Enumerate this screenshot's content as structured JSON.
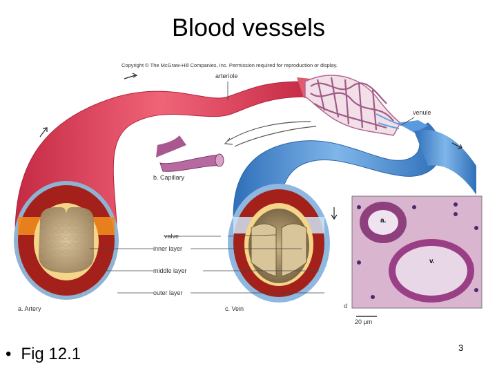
{
  "slide": {
    "title": "Blood vessels",
    "bullet_text": "Fig 12.1",
    "page_number": "3"
  },
  "figure": {
    "copyright": "Copyright © The McGraw-Hill Companies, Inc. Permission required for reproduction or display.",
    "labels": {
      "arteriole": "arteriole",
      "venule": "venule",
      "capillary": "b.  Capillary",
      "valve": "valve",
      "inner_layer": "inner layer",
      "middle_layer": "middle layer",
      "outer_layer": "outer layer",
      "artery": "a.  Artery",
      "vein": "c.  Vein",
      "panel_d": "d",
      "scale": "20 µm",
      "micro_artery": "a.",
      "micro_vein": "v."
    }
  },
  "colors": {
    "artery": "#e8465e",
    "vein": "#4a8fd6",
    "capillary": "#a05a86",
    "muscle": "#a3211a",
    "lumen": "#c4ad86",
    "micro_bg": "#d9b5cf"
  }
}
